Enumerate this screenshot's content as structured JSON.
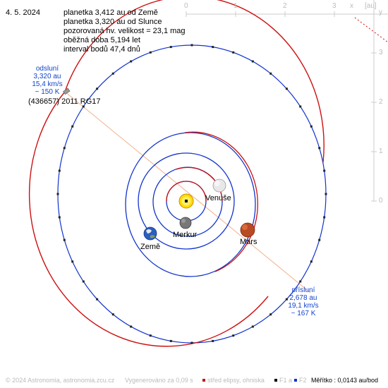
{
  "date": "4. 5. 2024",
  "info": {
    "line1": "planetka 3,412 au od Země",
    "line2": "planetka 3,320 au od Slunce",
    "line3": "pozorovaná hv. velikost = 23,1 mag",
    "line4": "oběžná doba 5,194 let",
    "line5": "interval bodů 47,4 dnů"
  },
  "object_name": "(436657) 2011 RG17",
  "aphelion": {
    "title": "odsluní",
    "distance": "3,320 au",
    "speed": "15,4 km/s",
    "temperature": "~ 150 K"
  },
  "perihelion": {
    "title": "přísluní",
    "distance": "2,678 au",
    "speed": "19,1 km/s",
    "temperature": "~ 167 K"
  },
  "planets": {
    "venus": "Venuše",
    "mercury": "Merkur",
    "earth": "Země",
    "mars": "Mars"
  },
  "axes": {
    "unit": "[au]",
    "x_letter": "x",
    "y_letter": "y",
    "x_ticks": [
      "0",
      "1",
      "2",
      "3"
    ],
    "y_ticks": [
      "3",
      "2",
      "1",
      "0"
    ]
  },
  "footer": {
    "copyright": "© 2024 Astronomia, astronomia.zcu.cz",
    "generated": "Vygenerováno za 0,09 s",
    "legend_center": "střed elipsy, ohniska",
    "legend_foci": "F1 a",
    "legend_f2": "F2",
    "scale": "Měřítko : 0,0143 au/bod"
  },
  "colors": {
    "orbit_red": "#cc1111",
    "orbit_blue": "#1133cc",
    "line_of_apsides": "#f0a080",
    "axis_gray": "#bbbbbb"
  }
}
